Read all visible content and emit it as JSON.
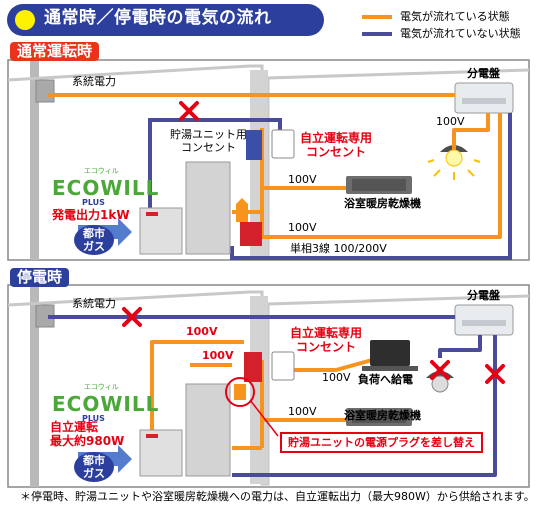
{
  "header": {
    "title": "通常時／停電時の電気の流れ",
    "legend": [
      {
        "label": "電気が流れている状態",
        "color": "#f7941d"
      },
      {
        "label": "電気が流れていない状態",
        "color": "#4a4c9a"
      }
    ]
  },
  "normal": {
    "section_label": "通常運転時",
    "grid_power": "系統電力",
    "panel": "分電盤",
    "v_light": "100V",
    "outlet_unit_line1": "貯湯ユニット用",
    "outlet_unit_line2": "コンセント",
    "outlet_self_line1": "自立運転専用",
    "outlet_self_line2": "コンセント",
    "v_dryer": "100V",
    "dryer": "浴室暖房乾燥機",
    "v_unit": "100V",
    "single_phase": "単相3線 100/200V",
    "brand": "ECOWILL",
    "brand_kana": "エコウィル",
    "brand_plus": "PLUS",
    "gen_output": "発電出力1kW",
    "gas_line1": "都市",
    "gas_line2": "ガス"
  },
  "outage": {
    "section_label": "停電時",
    "grid_power": "系統電力",
    "panel": "分電盤",
    "v_top": "100V",
    "v_mid": "100V",
    "outlet_self_line1": "自立運転専用",
    "outlet_self_line2": "コンセント",
    "v_load": "100V",
    "load_feed": "負荷へ給電",
    "v_dryer": "100V",
    "dryer": "浴室暖房乾燥機",
    "brand": "ECOWILL",
    "brand_kana": "エコウィル",
    "brand_plus": "PLUS",
    "self_op_line1": "自立運転",
    "self_op_line2": "最大約980W",
    "gas_line1": "都市",
    "gas_line2": "ガス",
    "swap_note": "貯湯ユニットの電源プラグを差し替え"
  },
  "footnote": "＊停電時、貯湯ユニットや浴室暖房乾燥機への電力は、自立運転出力（最大980W）から供給されます。"
}
